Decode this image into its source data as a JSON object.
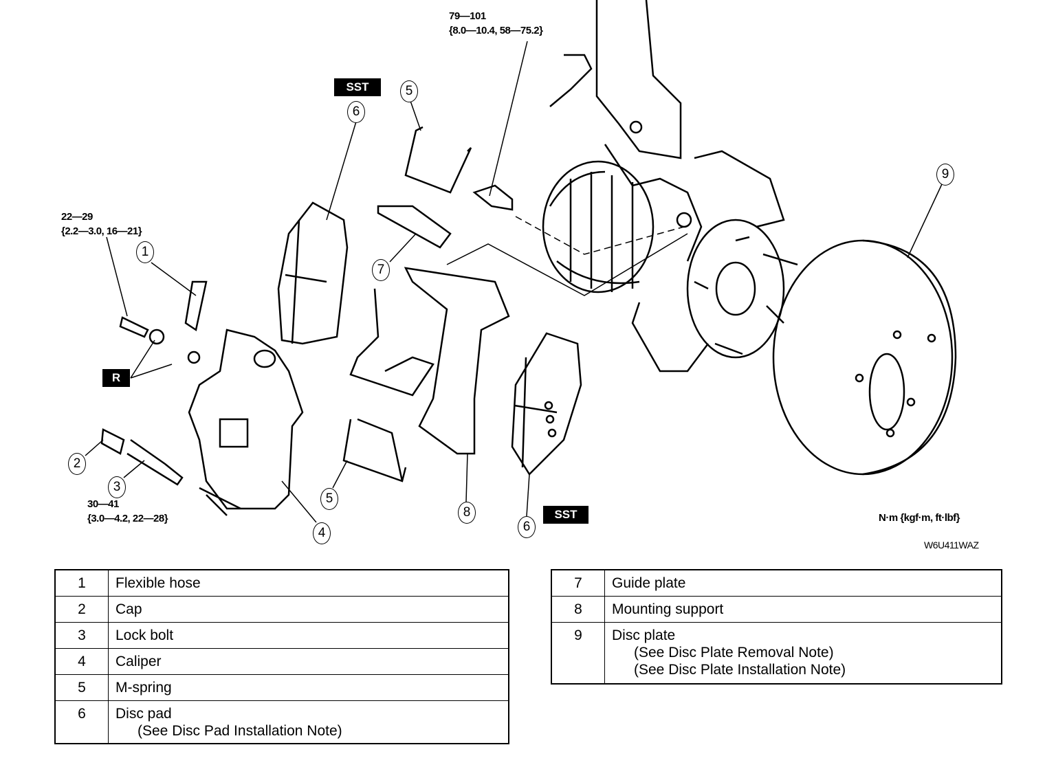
{
  "torque_specs": [
    {
      "value": "22—29",
      "detail": "{2.2—3.0, 16—21}"
    },
    {
      "value": "79—101",
      "detail": "{8.0—10.4, 58—75.2}"
    },
    {
      "value": "30—41",
      "detail": "{3.0—4.2, 22—28}"
    }
  ],
  "tags": {
    "sst_top": "SST",
    "sst_bottom": "SST",
    "r": "R"
  },
  "callouts": [
    "1",
    "2",
    "3",
    "4",
    "5",
    "5",
    "6",
    "6",
    "7",
    "8",
    "9"
  ],
  "units": "N·m {kgf·m, ft·lbf}",
  "figure_code": "W6U411WAZ",
  "left_table": [
    {
      "num": "1",
      "name": "Flexible hose"
    },
    {
      "num": "2",
      "name": "Cap"
    },
    {
      "num": "3",
      "name": "Lock bolt"
    },
    {
      "num": "4",
      "name": "Caliper"
    },
    {
      "num": "5",
      "name": "M-spring"
    },
    {
      "num": "6",
      "name": "Disc pad",
      "notes": [
        "(See Disc Pad Installation Note)"
      ]
    }
  ],
  "right_table": [
    {
      "num": "7",
      "name": "Guide plate"
    },
    {
      "num": "8",
      "name": "Mounting support"
    },
    {
      "num": "9",
      "name": "Disc plate",
      "notes": [
        "(See  Disc Plate Removal Note)",
        "(See  Disc Plate Installation Note)"
      ]
    }
  ]
}
